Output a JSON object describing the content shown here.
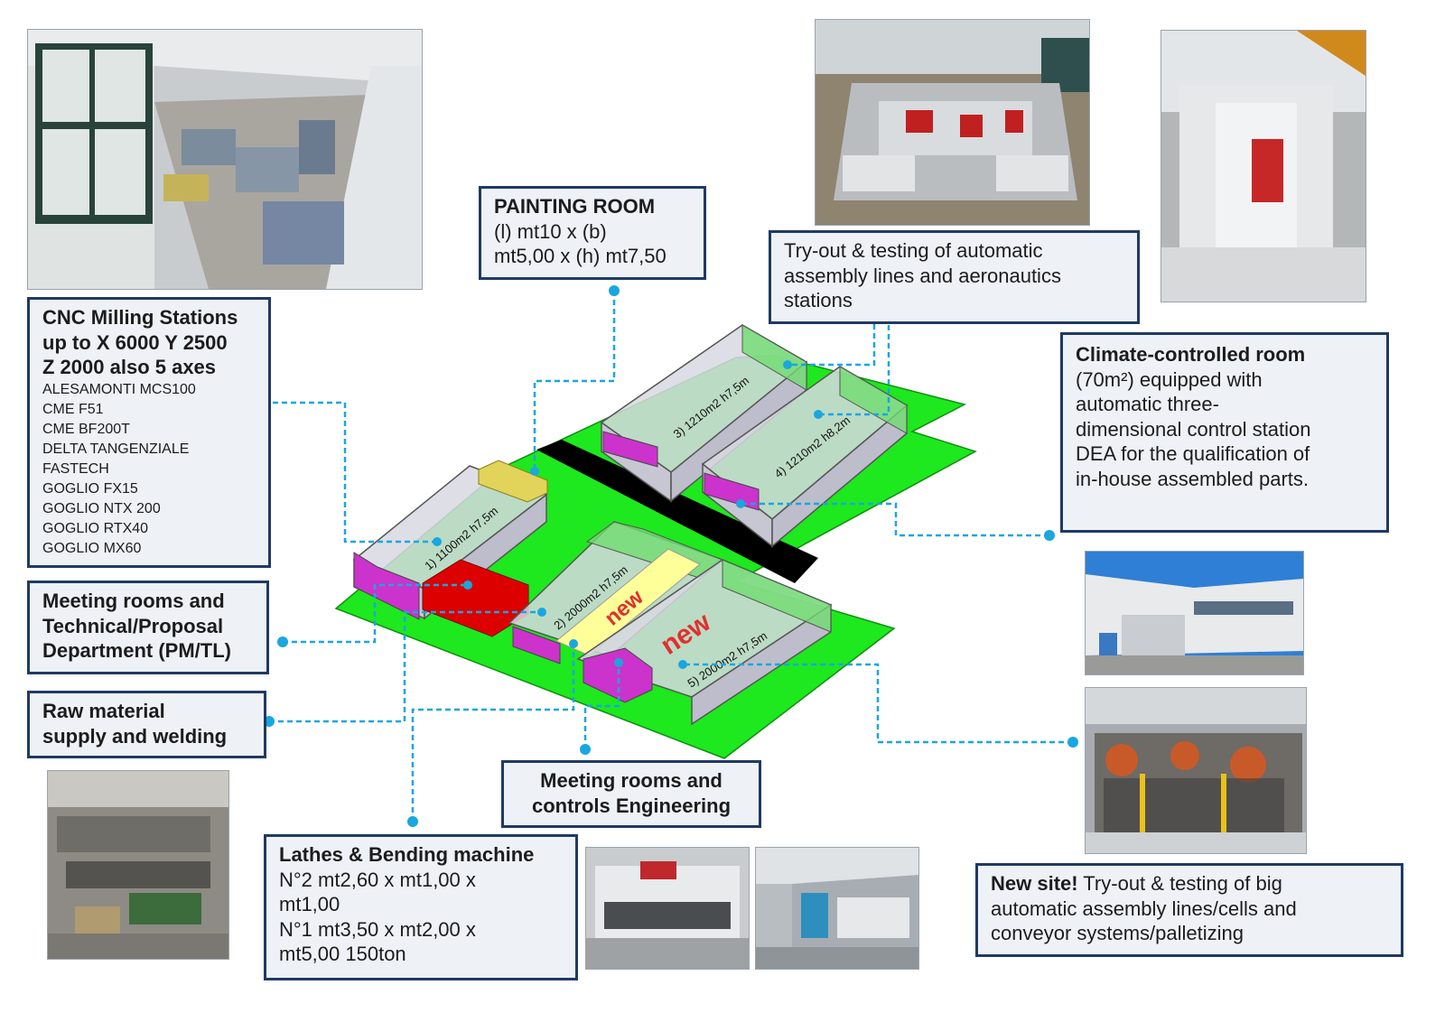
{
  "colors": {
    "box_border": "#1f3a64",
    "box_bg": "#eef2f7",
    "connector": "#1aa6df",
    "floor": "#1ee81e",
    "road": "#000000",
    "building": "#d8d8e2",
    "magenta": "#cc33cc",
    "red": "#dd0000",
    "yellow": "#ffff99",
    "new_text": "#e03030"
  },
  "boxes": {
    "painting": {
      "title": "PAINTING ROOM",
      "lines": [
        "(l) mt10 x (b)",
        "mt5,00 x (h) mt7,50"
      ]
    },
    "tryout": {
      "lines": [
        "Try-out & testing of automatic",
        "assembly lines and aeronautics",
        "stations"
      ]
    },
    "cnc": {
      "title_lines": [
        "CNC Milling Stations",
        "up to X 6000 Y 2500",
        "Z 2000 also 5 axes"
      ],
      "items": [
        "ALESAMONTI MCS100",
        "CME F51",
        "CME BF200T",
        "DELTA TANGENZIALE",
        "FASTECH",
        "GOGLIO FX15",
        "GOGLIO NTX 200",
        "GOGLIO RTX40",
        "GOGLIO MX60"
      ]
    },
    "climate": {
      "title": "Climate-controlled room",
      "lines": [
        "(70m²) equipped with",
        "automatic three-",
        "dimensional control station",
        "DEA for the qualification of",
        "in-house assembled parts."
      ]
    },
    "meeting_tech": {
      "lines": [
        "Meeting rooms and",
        "Technical/Proposal",
        "Department (PM/TL)"
      ]
    },
    "raw": {
      "lines": [
        "Raw material",
        "supply and welding"
      ]
    },
    "meeting_ctrl": {
      "lines": [
        "Meeting rooms and",
        "controls Engineering"
      ]
    },
    "lathes": {
      "title": "Lathes & Bending machine",
      "lines": [
        "N°2  mt2,60 x mt1,00 x",
        "mt1,00",
        "N°1 mt3,50 x mt2,00 x",
        "mt5,00 150ton"
      ]
    },
    "newsite": {
      "strong": "New site!",
      "first_rest": " Try-out & testing of big",
      "lines": [
        "automatic assembly lines/cells and",
        "conveyor systems/palletizing"
      ]
    }
  },
  "buildings": {
    "b1": "1) 1100m2 h7,5m",
    "b2": "2) 2000m2 h7,5m",
    "b3": "3) 1210m2 h7,5m",
    "b4": "4) 1210m2 h8,2m",
    "b5": "5) 2000m2 h7,5m",
    "new_a": "new",
    "new_b": "new"
  }
}
